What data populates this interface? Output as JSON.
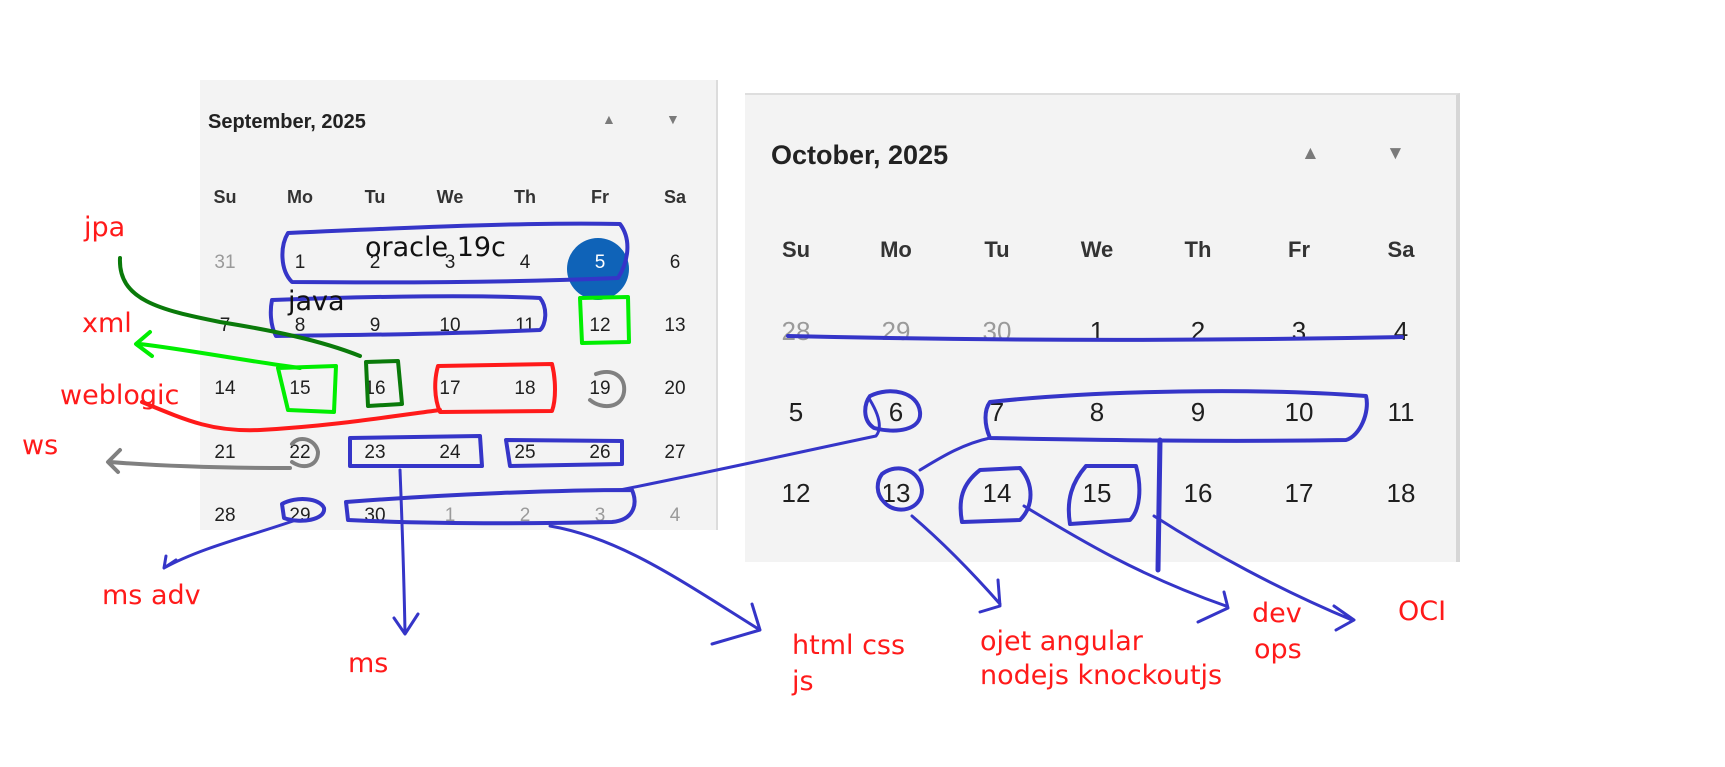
{
  "calendars": [
    {
      "id": "sep",
      "title": "September, 2025",
      "weekdays": [
        "Su",
        "Mo",
        "Tu",
        "We",
        "Th",
        "Fr",
        "Sa"
      ],
      "weeks": [
        [
          "31",
          "1",
          "2",
          "3",
          "4",
          "5",
          "6"
        ],
        [
          "7",
          "8",
          "9",
          "10",
          "11",
          "12",
          "13"
        ],
        [
          "14",
          "15",
          "16",
          "17",
          "18",
          "19",
          "20"
        ],
        [
          "21",
          "22",
          "23",
          "24",
          "25",
          "26",
          "27"
        ],
        [
          "28",
          "29",
          "30",
          "1",
          "2",
          "3",
          "4"
        ]
      ],
      "today": "5",
      "nav_up": "▲",
      "nav_down": "▼"
    },
    {
      "id": "oct",
      "title": "October, 2025",
      "weekdays": [
        "Su",
        "Mo",
        "Tu",
        "We",
        "Th",
        "Fr",
        "Sa"
      ],
      "weeks": [
        [
          "28",
          "29",
          "30",
          "1",
          "2",
          "3",
          "4"
        ],
        [
          "5",
          "6",
          "7",
          "8",
          "9",
          "10",
          "11"
        ],
        [
          "12",
          "13",
          "14",
          "15",
          "16",
          "17",
          "18"
        ]
      ],
      "nav_up": "▲",
      "nav_down": "▼"
    }
  ],
  "annotations": {
    "jpa": "jpa",
    "xml": "xml",
    "weblogic": "weblogic",
    "ws": "ws",
    "ms_adv": "ms adv",
    "ms": "ms",
    "html_css": "html css",
    "js": "js",
    "ojet_angular": "ojet angular",
    "nodejs_knockoutjs": "nodejs knockoutjs",
    "dev": "dev",
    "ops": "ops",
    "oci": "OCI",
    "oracle": "oracle 19c",
    "java": "java"
  },
  "colors": {
    "ink_blue": "#3535c8",
    "ink_red": "#ff1a1a",
    "ink_green": "#00ee00",
    "ink_darkgreen": "#0a7a0a",
    "ink_gray": "#808080",
    "today_fill": "#0f63b8",
    "panel": "#f3f3f3"
  }
}
